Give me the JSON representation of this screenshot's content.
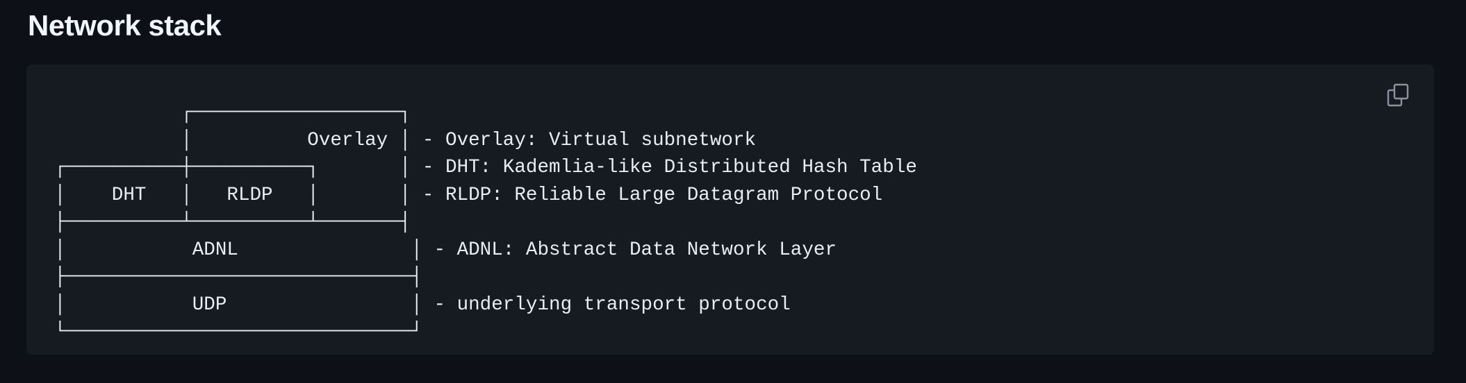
{
  "heading": "Network stack",
  "code": {
    "lines": [
      "           ┌──────────────────┐",
      "           │          Overlay │ - Overlay: Virtual subnetwork",
      "┌──────────┼──────────┐       │ - DHT: Kademlia-like Distributed Hash Table",
      "│    DHT   │   RLDP   │       │ - RLDP: Reliable Large Datagram Protocol",
      "├──────────┴──────────┴───────┤",
      "│           ADNL               │ - ADNL: Abstract Data Network Layer",
      "├──────────────────────────────┤",
      "│           UDP                │ - underlying transport protocol",
      "└──────────────────────────────┘"
    ]
  },
  "copy_button": {
    "icon": "copy-icon",
    "title": "Copy"
  },
  "colors": {
    "page_background": "#0d1117",
    "code_background": "#161b22",
    "text": "#e6edf3",
    "icon": "#8b949e"
  }
}
